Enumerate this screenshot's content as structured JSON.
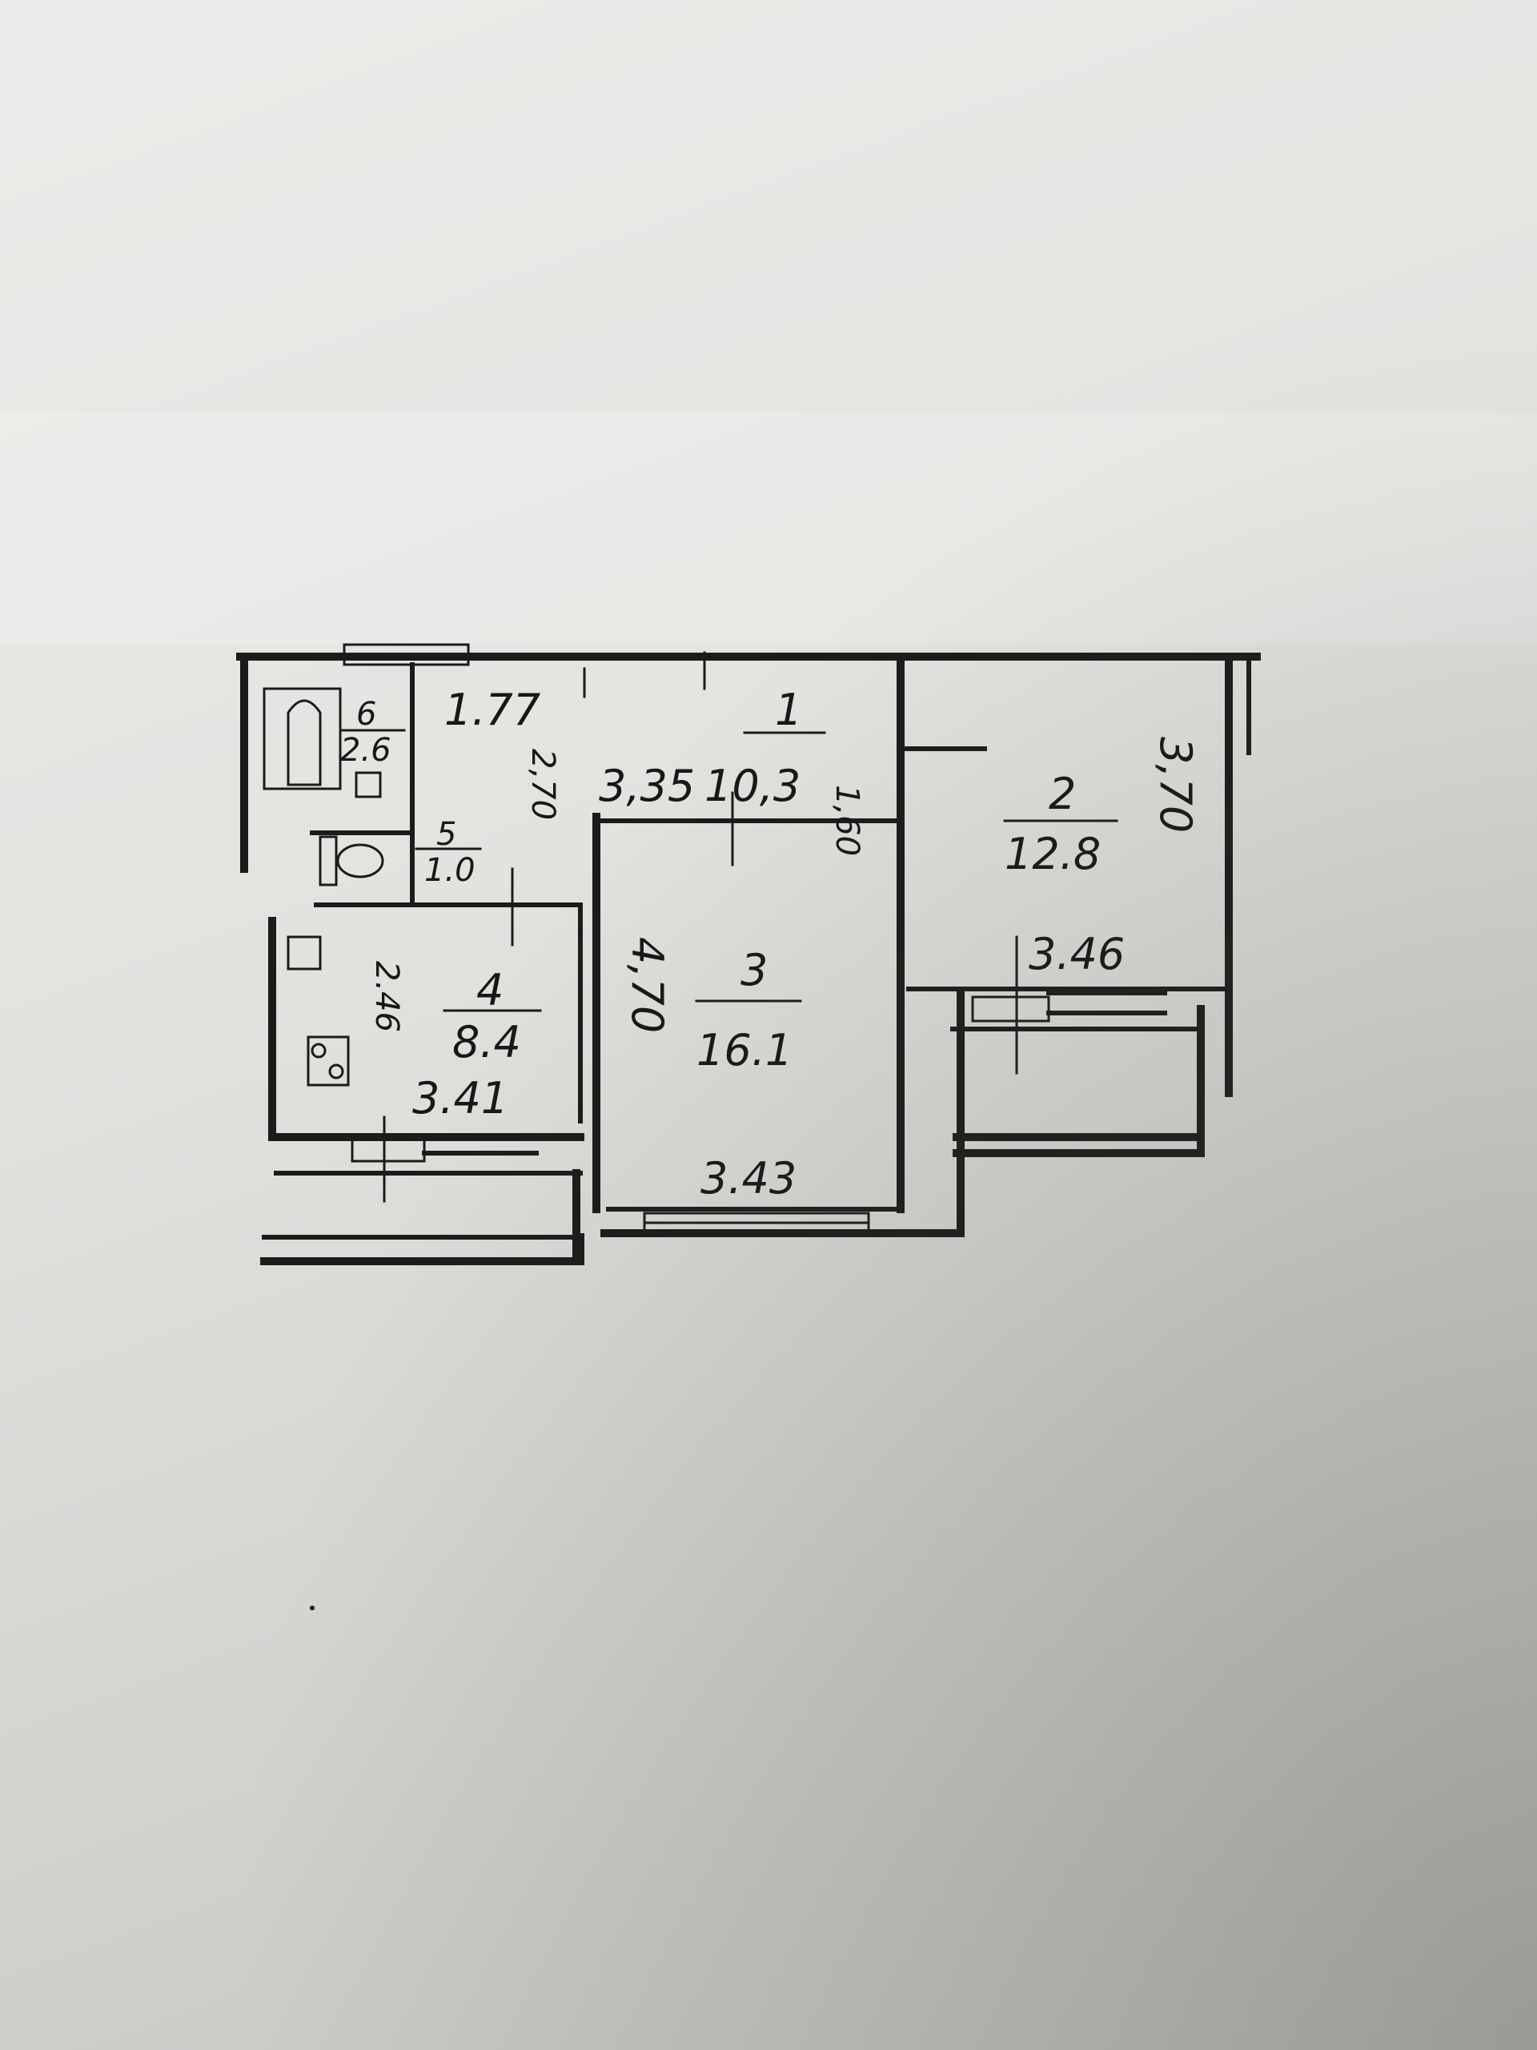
{
  "rooms": [
    {
      "number": "1",
      "area": "10,3",
      "dims": [
        "3,35",
        "1,60"
      ]
    },
    {
      "number": "2",
      "area": "12.8",
      "dims": [
        "3.46",
        "3,70"
      ]
    },
    {
      "number": "3",
      "area": "16.1",
      "dims": [
        "3.43",
        "4,70"
      ]
    },
    {
      "number": "4",
      "area": "8.4",
      "dims": [
        "3.41",
        "2.46"
      ]
    },
    {
      "number": "5",
      "area": "1.0",
      "dims": [
        "2,70"
      ]
    },
    {
      "number": "6",
      "area": "2.6",
      "dims": [
        "1.77"
      ]
    }
  ],
  "colors": {
    "ink": "#1b1b1b",
    "paper": "#e6e5e2"
  }
}
